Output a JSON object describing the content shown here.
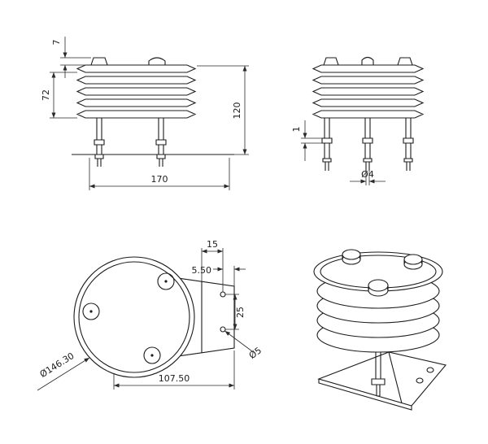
{
  "views": {
    "front_left": {
      "dim_plate_gap": "7",
      "dim_louver_stack": "72",
      "dim_overall_height": "120",
      "dim_base_width": "170"
    },
    "front_right": {
      "dim_washer": "1",
      "dim_bolt_dia": "Ø4"
    },
    "top": {
      "dim_hole_inset": "15",
      "dim_hole_edge": "5.50",
      "dim_hole_pitch": "25",
      "dim_outer_dia": "Ø146.30",
      "dim_hole_dia": "Ø5",
      "dim_bracket_reach": "107.50"
    }
  }
}
